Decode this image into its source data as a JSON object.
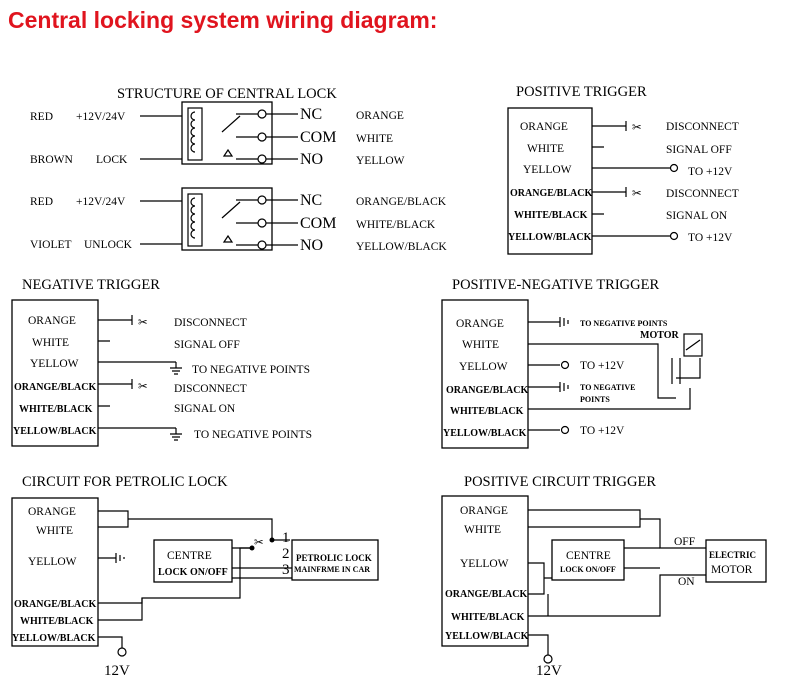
{
  "title": "Central locking system wiring diagram:",
  "structure": {
    "heading": "STRUCTURE OF CENTRAL LOCK",
    "lock": {
      "red": "RED",
      "power": "+12V/24V",
      "wire": "BROWN",
      "fn": "LOCK",
      "nc": "NC",
      "com": "COM",
      "no": "NO",
      "nc_color": "ORANGE",
      "com_color": "WHITE",
      "no_color": "YELLOW"
    },
    "unlock": {
      "red": "RED",
      "power": "+12V/24V",
      "wire": "VIOLET",
      "fn": "UNLOCK",
      "nc": "NC",
      "com": "COM",
      "no": "NO",
      "nc_color": "ORANGE/BLACK",
      "com_color": "WHITE/BLACK",
      "no_color": "YELLOW/BLACK"
    }
  },
  "positive_trigger": {
    "heading": "POSITIVE TRIGGER",
    "wires": [
      "ORANGE",
      "WHITE",
      "YELLOW",
      "ORANGE/BLACK",
      "WHITE/BLACK",
      "YELLOW/BLACK"
    ],
    "notes": [
      "DISCONNECT",
      "SIGNAL OFF",
      "TO +12V",
      "DISCONNECT",
      "SIGNAL ON",
      "TO +12V"
    ]
  },
  "negative_trigger": {
    "heading": "NEGATIVE TRIGGER",
    "wires": [
      "ORANGE",
      "WHITE",
      "YELLOW",
      "ORANGE/BLACK",
      "WHITE/BLACK",
      "YELLOW/BLACK"
    ],
    "notes": [
      "DISCONNECT",
      "SIGNAL OFF",
      "TO NEGATIVE POINTS",
      "DISCONNECT",
      "SIGNAL ON",
      "TO NEGATIVE POINTS"
    ]
  },
  "pos_neg_trigger": {
    "heading": "POSITIVE-NEGATIVE TRIGGER",
    "wires": [
      "ORANGE",
      "WHITE",
      "YELLOW",
      "ORANGE/BLACK",
      "WHITE/BLACK",
      "YELLOW/BLACK"
    ],
    "note_neg1": "TO NEGATIVE POINTS",
    "motor": "MOTOR",
    "note_pos1": "TO +12V",
    "note_neg2a": "TO NEGATIVE",
    "note_neg2b": "POINTS",
    "note_pos2": "TO +12V"
  },
  "petrolic": {
    "heading": "CIRCUIT FOR PETROLIC LOCK",
    "wires": [
      "ORANGE",
      "WHITE",
      "YELLOW",
      "ORANGE/BLACK",
      "WHITE/BLACK",
      "YELLOW/BLACK"
    ],
    "centre1": "CENTRE",
    "centre2": "LOCK ON/OFF",
    "pins": [
      "1",
      "2",
      "3"
    ],
    "lock1": "PETROLIC LOCK",
    "lock2": "MAINFRME IN CAR",
    "supply": "12V"
  },
  "positive_circuit": {
    "heading": "POSITIVE CIRCUIT TRIGGER",
    "wires": [
      "ORANGE",
      "WHITE",
      "YELLOW",
      "ORANGE/BLACK",
      "WHITE/BLACK",
      "YELLOW/BLACK"
    ],
    "centre1": "CENTRE",
    "centre2": "LOCK ON/OFF",
    "off": "OFF",
    "on": "ON",
    "motor1": "ELECTRIC",
    "motor2": "MOTOR",
    "supply": "12V"
  }
}
